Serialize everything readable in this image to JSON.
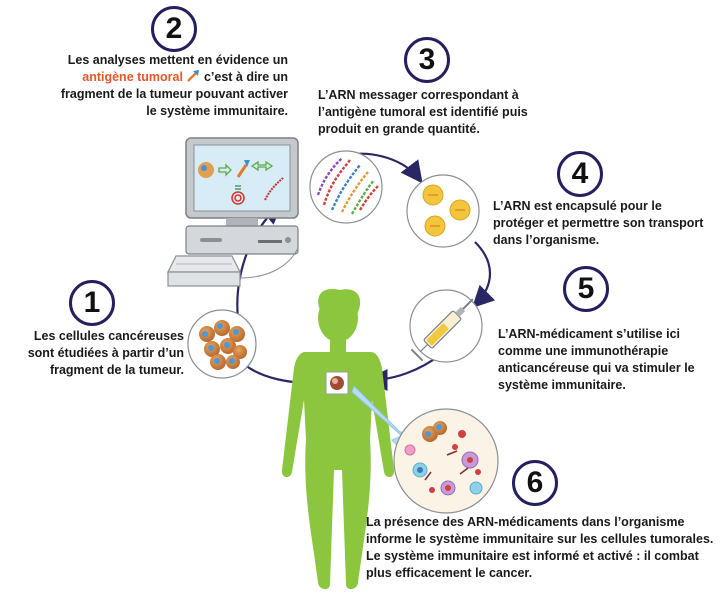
{
  "steps": [
    {
      "number": "1",
      "text": "Les cellules cancéreuses sont étudiées à partir d’un fragment de la tumeur."
    },
    {
      "number": "2",
      "text_before": "Les analyses mettent en évidence un",
      "highlight": "antigène tumoral",
      "text_after": "c’est à dire un fragment de la tumeur pouvant activer le système immunitaire."
    },
    {
      "number": "3",
      "text": "L’ARN messager correspondant à l’antigène tumoral est identifié puis produit en grande quantité."
    },
    {
      "number": "4",
      "text": "L’ARN est encapsulé pour le protéger et permettre son transport dans l’organisme."
    },
    {
      "number": "5",
      "text": "L’ARN-médicament s’utilise ici comme une immunothérapie anticancéreuse qui va stimuler le système immunitaire."
    },
    {
      "number": "6",
      "text": "La présence des ARN-médicaments dans l’organisme informe le système immunitaire sur les cellules tumorales. Le système immunitaire est informé et activé : il combat plus efficacement le cancer."
    }
  ],
  "colors": {
    "number_ring": "#24205e",
    "cycle_line": "#2a2864",
    "silhouette": "#8cc63f",
    "highlight_text": "#e2592b",
    "arrow_blue": "#b9dcf2"
  }
}
